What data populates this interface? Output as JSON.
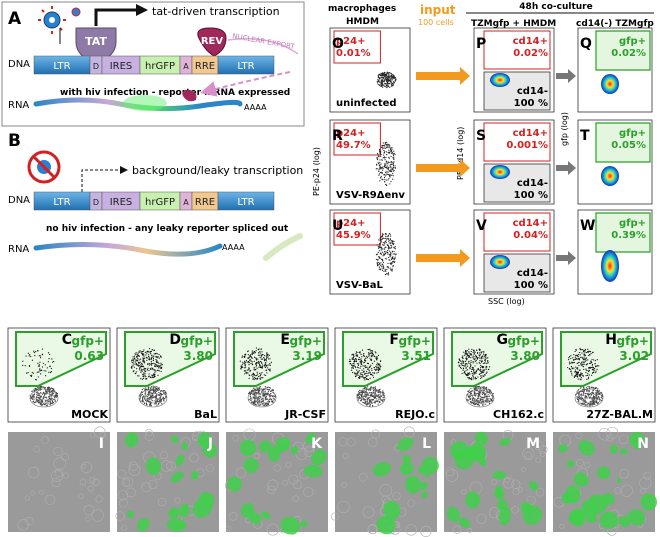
{
  "panelA": {
    "letter": "A",
    "tat": "TAT",
    "rev": "REV",
    "tat_label": "tat-driven transcription",
    "nuclear_export": "NUCLEAR EXPORT",
    "dna": "DNA",
    "rna": "RNA",
    "segments": [
      "LTR",
      "D",
      "IRES",
      "hrGFP",
      "A",
      "RRE",
      "LTR"
    ],
    "rna_label": "with hiv infection - reporter mRNA expressed",
    "polya": "AAAA"
  },
  "panelB": {
    "letter": "B",
    "leaky_label": "background/leaky transcription",
    "dna": "DNA",
    "rna": "RNA",
    "segments": [
      "LTR",
      "D",
      "IRES",
      "hrGFP",
      "A",
      "RRE",
      "LTR"
    ],
    "rna_label": "no hiv infection - any leaky reporter spliced out",
    "polya": "AAAA"
  },
  "flowGrid": {
    "col1_header": "macrophages",
    "col1_sub": "HMDM",
    "input_label": "input",
    "input_sub": "100 cells",
    "coculture_header": "48h co-culture",
    "col2_sub": "TZMgfp + HMDM",
    "col3_sub": "cd14(-) TZMgfp",
    "yaxis1": "PE-p24 (log)",
    "yaxis2": "PE-cd14 (log)",
    "yaxis3": "gfp (log)",
    "xaxis": "SSC (log)",
    "rows": [
      {
        "p24": {
          "letter": "O",
          "gate": "p24+",
          "value": "0.01%",
          "caption": "uninfected"
        },
        "cd14": {
          "letter": "P",
          "gate": "cd14+",
          "value": "0.02%",
          "neg": "cd14-",
          "neg_value": "100 %"
        },
        "gfp": {
          "letter": "Q",
          "gate": "gfp+",
          "value": "0.02%"
        }
      },
      {
        "p24": {
          "letter": "R",
          "gate": "p24+",
          "value": "49.7%",
          "caption": "VSV-R9Δenv"
        },
        "cd14": {
          "letter": "S",
          "gate": "cd14+",
          "value": "0.001%",
          "neg": "cd14-",
          "neg_value": "100 %"
        },
        "gfp": {
          "letter": "T",
          "gate": "gfp+",
          "value": "0.05%"
        }
      },
      {
        "p24": {
          "letter": "U",
          "gate": "p24+",
          "value": "45.9%",
          "caption": "VSV-BaL"
        },
        "cd14": {
          "letter": "V",
          "gate": "cd14+",
          "value": "0.04%",
          "neg": "cd14-",
          "neg_value": "100 %"
        },
        "gfp": {
          "letter": "W",
          "gate": "gfp+",
          "value": "0.39%"
        }
      }
    ]
  },
  "gfpRow": [
    {
      "letter": "C",
      "gate": "gfp+",
      "value": "0.63",
      "label": "MOCK"
    },
    {
      "letter": "D",
      "gate": "gfp+",
      "value": "3.80",
      "label": "BaL"
    },
    {
      "letter": "E",
      "gate": "gfp+",
      "value": "3.19",
      "label": "JR-CSF"
    },
    {
      "letter": "F",
      "gate": "gfp+",
      "value": "3.51",
      "label": "REJO.c"
    },
    {
      "letter": "G",
      "gate": "gfp+",
      "value": "3.80",
      "label": "CH162.c"
    },
    {
      "letter": "H",
      "gate": "gfp+",
      "value": "3.02",
      "label": "27Z-BAL.M"
    }
  ],
  "images": [
    {
      "letter": "I",
      "green_fraction": 0.0
    },
    {
      "letter": "J",
      "green_fraction": 0.45
    },
    {
      "letter": "K",
      "green_fraction": 0.4
    },
    {
      "letter": "L",
      "green_fraction": 0.3
    },
    {
      "letter": "M",
      "green_fraction": 0.5
    },
    {
      "letter": "N",
      "green_fraction": 0.55
    }
  ],
  "colors": {
    "ltr": "#2f8fd0",
    "tat": "#8e7aa6",
    "rev": "#a0285a",
    "gate_red": "#d42020",
    "gate_green": "#2aa02a",
    "arrow_orange": "#f39a1e",
    "arrow_gray": "#777777",
    "microscope_bg": "#9a9a9a",
    "gfp": "#3fd04a"
  }
}
